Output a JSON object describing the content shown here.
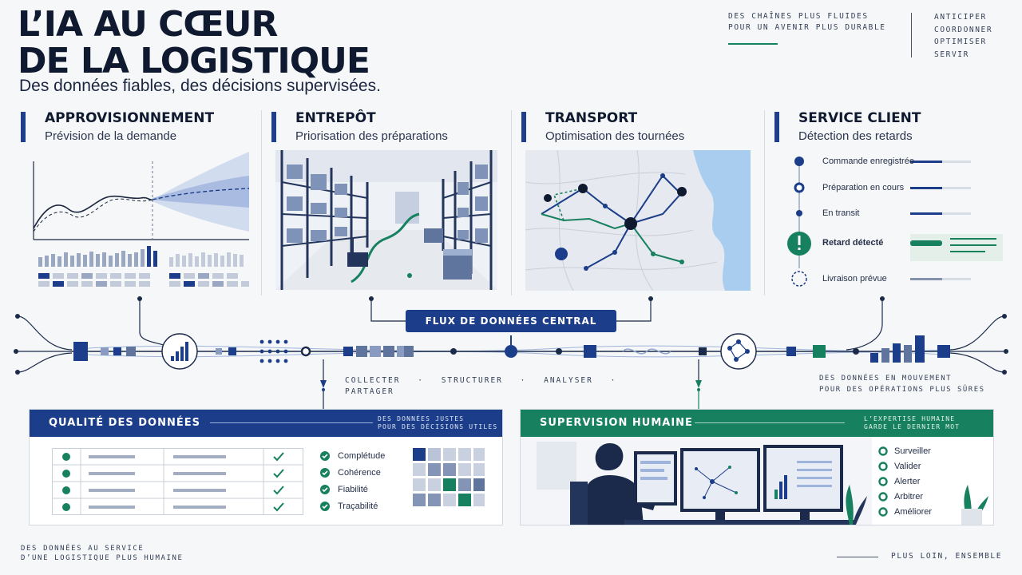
{
  "header": {
    "title_line1": "L’IA AU CŒUR",
    "title_line2": "DE LA LOGISTIQUE",
    "subtitle": "Des données fiables, des décisions supervisées.",
    "tagline": [
      "DES CHAÎNES PLUS FLUIDES",
      "POUR UN AVENIR PLUS DURABLE"
    ],
    "verbs": [
      "ANTICIPER",
      "COORDONNER",
      "OPTIMISER",
      "SERVIR"
    ]
  },
  "sections": [
    {
      "title": "APPROVISIONNEMENT",
      "subtitle": "Prévision de la demande"
    },
    {
      "title": "ENTREPÔT",
      "subtitle": "Priorisation des préparations"
    },
    {
      "title": "TRANSPORT",
      "subtitle": "Optimisation des tournées"
    },
    {
      "title": "SERVICE CLIENT",
      "subtitle": "Détection des retards"
    }
  ],
  "service_client": {
    "steps": [
      {
        "label": "Commande enregistrée"
      },
      {
        "label": "Préparation en cours"
      },
      {
        "label": "En transit"
      },
      {
        "label": "Retard détecté"
      },
      {
        "label": "Livraison prévue"
      }
    ]
  },
  "flow": {
    "central_label": "FLUX DE DONNÉES CENTRAL",
    "steps": [
      "COLLECTER",
      "STRUCTURER",
      "ANALYSER",
      "PARTAGER"
    ],
    "separator": "·",
    "right_note": [
      "DES DONNÉES EN MOUVEMENT",
      "POUR DES OPÉRATIONS PLUS SÛRES"
    ]
  },
  "quality": {
    "title": "QUALITÉ DES DONNÉES",
    "note": [
      "DES DONNÉES JUSTES",
      "POUR DES DÉCISIONS UTILES"
    ],
    "checks": [
      "Complétude",
      "Cohérence",
      "Fiabilité",
      "Traçabilité"
    ]
  },
  "supervision": {
    "title": "SUPERVISION HUMAINE",
    "note": [
      "L’EXPERTISE HUMAINE",
      "GARDE LE DERNIER MOT"
    ],
    "actions": [
      "Surveiller",
      "Valider",
      "Alerter",
      "Arbitrer",
      "Améliorer"
    ]
  },
  "footer": {
    "left": [
      "DES DONNÉES AU SERVICE",
      "D’UNE LOGISTIQUE PLUS HUMAINE"
    ],
    "right": "PLUS LOIN, ENSEMBLE"
  },
  "colors": {
    "navy": "#1b3d8a",
    "green": "#17805e",
    "ink": "#0f1a30",
    "light_blue": "#b9c8e6"
  }
}
